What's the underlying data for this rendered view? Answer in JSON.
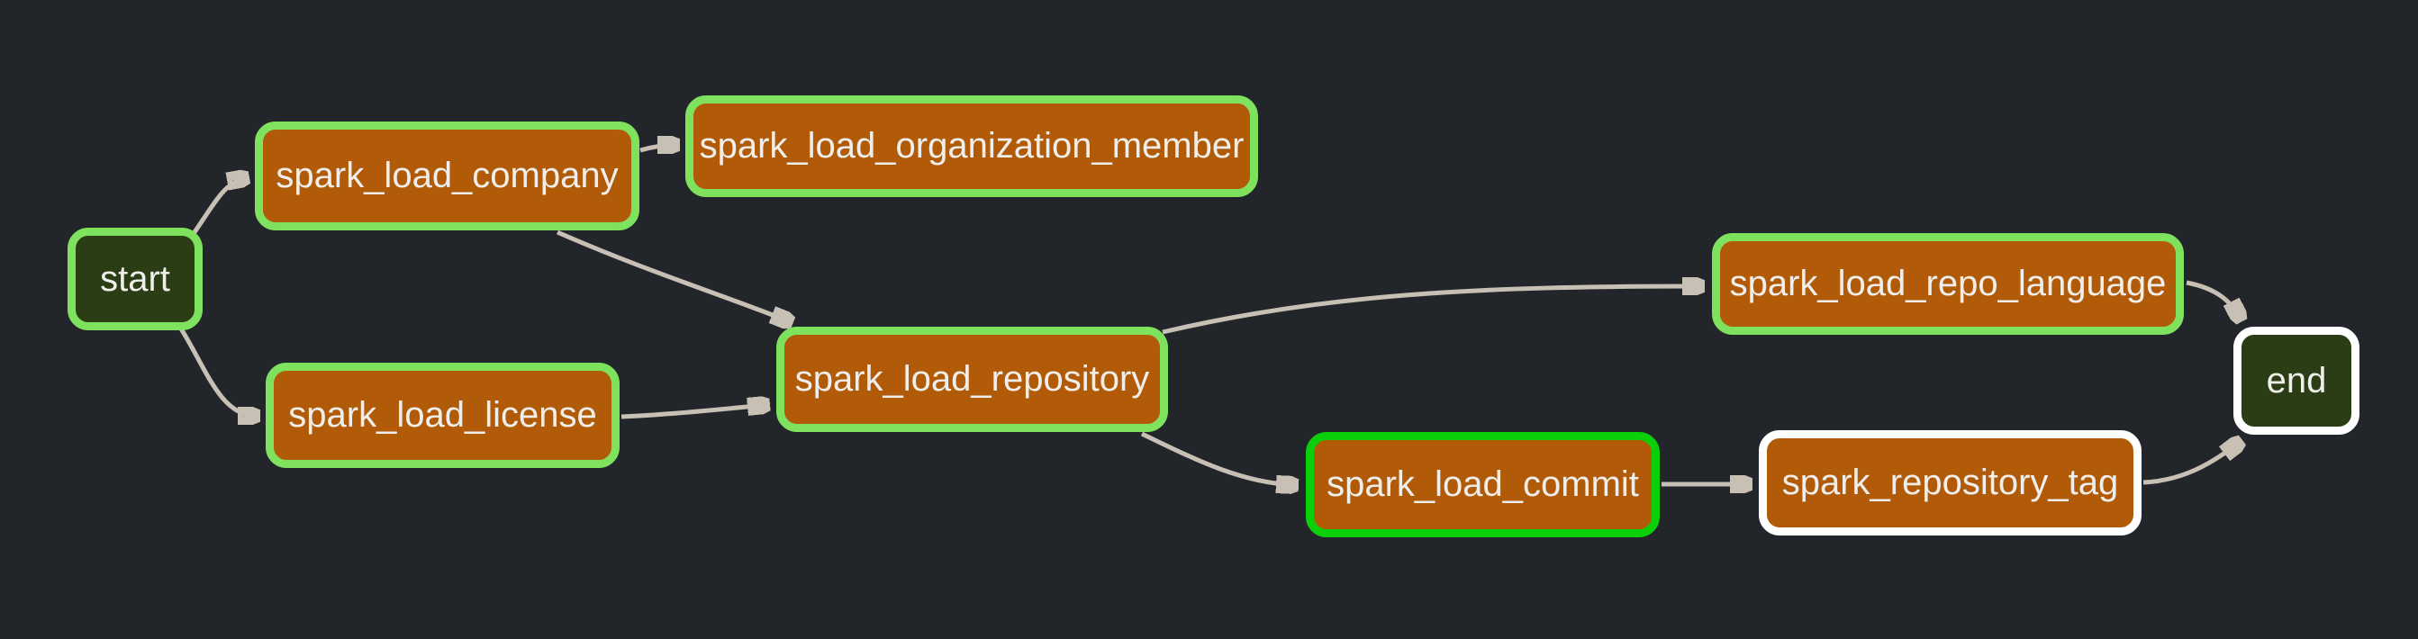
{
  "diagram": {
    "type": "dag-task-graph",
    "background_color": "#22262a",
    "edge_color": "#c8c0b5",
    "text_color": "#f0eeeb",
    "status_border_colors": {
      "success": "#7ee25f",
      "running": "#0bcf0b",
      "no_status": "#ffffff"
    },
    "node_fill_colors": {
      "task": "#b15a08",
      "terminal": "#2b3d15"
    },
    "nodes": [
      {
        "id": "start",
        "label": "start",
        "fill": "terminal",
        "border_state": "success"
      },
      {
        "id": "spark_load_company",
        "label": "spark_load_company",
        "fill": "task",
        "border_state": "success"
      },
      {
        "id": "spark_load_organization_member",
        "label": "spark_load_organization_member",
        "fill": "task",
        "border_state": "success"
      },
      {
        "id": "spark_load_license",
        "label": "spark_load_license",
        "fill": "task",
        "border_state": "success"
      },
      {
        "id": "spark_load_repository",
        "label": "spark_load_repository",
        "fill": "task",
        "border_state": "success"
      },
      {
        "id": "spark_load_repo_language",
        "label": "spark_load_repo_language",
        "fill": "task",
        "border_state": "success"
      },
      {
        "id": "spark_load_commit",
        "label": "spark_load_commit",
        "fill": "task",
        "border_state": "running"
      },
      {
        "id": "spark_repository_tag",
        "label": "spark_repository_tag",
        "fill": "task",
        "border_state": "no_status"
      },
      {
        "id": "end",
        "label": "end",
        "fill": "terminal",
        "border_state": "no_status"
      }
    ],
    "edges": [
      {
        "from": "start",
        "to": "spark_load_company"
      },
      {
        "from": "start",
        "to": "spark_load_license"
      },
      {
        "from": "spark_load_company",
        "to": "spark_load_organization_member"
      },
      {
        "from": "spark_load_company",
        "to": "spark_load_repository"
      },
      {
        "from": "spark_load_license",
        "to": "spark_load_repository"
      },
      {
        "from": "spark_load_repository",
        "to": "spark_load_repo_language"
      },
      {
        "from": "spark_load_repository",
        "to": "spark_load_commit"
      },
      {
        "from": "spark_load_commit",
        "to": "spark_repository_tag"
      },
      {
        "from": "spark_load_repo_language",
        "to": "end"
      },
      {
        "from": "spark_repository_tag",
        "to": "end"
      }
    ]
  }
}
